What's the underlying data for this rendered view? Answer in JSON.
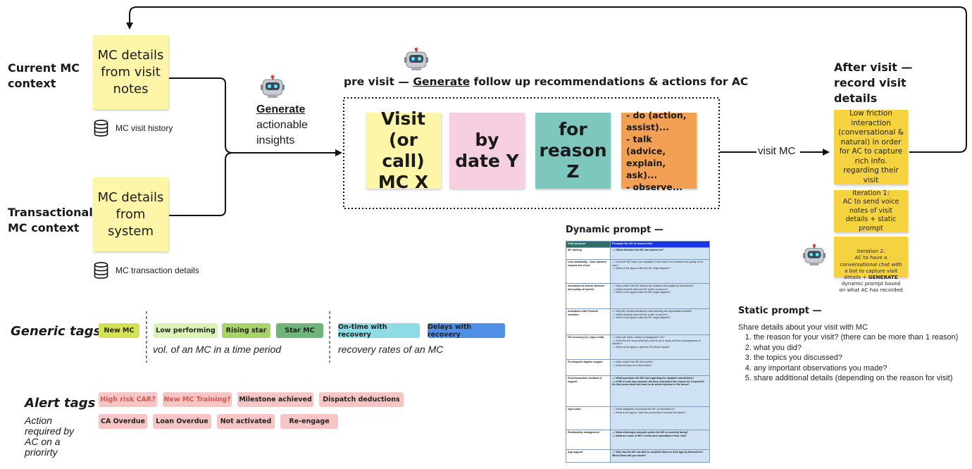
{
  "context": {
    "current_label": "Current MC\ncontext",
    "transactional_label": "Transactional\nMC context",
    "note_visit": "MC details from visit notes",
    "note_system": "MC details from system",
    "db_visit": "MC visit history",
    "db_transaction": "MC transaction details"
  },
  "generate": {
    "keyword": "Generate",
    "rest": "actionable\ninsights"
  },
  "pre_visit": {
    "prefix": "pre visit — ",
    "keyword": "Generate",
    "suffix": " follow up recommendations & actions for AC",
    "note1": "Visit (or call) MC X",
    "note2": "by date Y",
    "note3": "for reason Z",
    "note4": "- do (action, assist)...\n- talk (advice, explain, ask)...\n- observe..."
  },
  "visit_arrow_label": "visit MC",
  "after_visit": {
    "title": "After visit —\nrecord visit\ndetails",
    "note1": "Low friction interaction (conversational & natural) in order for AC to capture rich info. regarding their visit",
    "note2": "Iteration 1:\nAC to send voice notes of visit details + static prompt",
    "note3_a": "Iteration 2:\nAC to have a conversational chat with a bot to capture  visit details + ",
    "note3_b": "GENERATE",
    "note3_c": " dynamic prompt based on what AC has recorded"
  },
  "dynamic_prompt": {
    "title": "Dynamic prompt —",
    "header": [
      "Visit purpose",
      "Prompts for AC to record visit"
    ],
    "rows": [
      [
        "MC training",
        "--> Which Modules the MC was trained on?"
      ],
      [
        "Corn availability - Cash advance request risk check",
        "--> Does the MC have corn available? How much? the moisture and quality of the corn?\n--> When is the approx date the MC might dispatch?"
      ],
      [
        "Assistance to assess Moisture and quality of harvest",
        "--> Why couldn't the MC assess the moisture and quality by themselves?\n--> Which feedmill does the MC prefer to send to?\n--> When is the approx date the MC might dispatch?"
      ],
      [
        "Assistance with Feedmill selection",
        "--> Why MC needed assistance with selecting the appropriate feedmill?\n--> Which feedmill does the MC prefer to send to?\n--> When is the approx date the MC might dispatch?"
      ],
      [
        "OS recovery (CA, input credit)",
        "--> Why was there a delay in repaying the OS?\n--> Does the MC know what they need to do to repay and the consequences of inaction?\n--> When is the approx. date the OS will be repaid?"
      ],
      [
        "Pre-dispatch logistic support",
        "--> Why couldn't the MC find trucks?\n--> What did they do to find trucks?"
      ],
      [
        "Post-transaction feedback & support",
        "--> What questions did MC had regarding the dispatch calculations?\n--> If MC's truck was rejected, did they understand the reason for it rejected? Do they know what they have to do avoid rejection in the future?"
      ],
      [
        "Input sales",
        "--> What categories of products the MC is interested in?\n--> What is the approx. date they would like to receive the inputs?"
      ],
      [
        "Relationship management",
        "--> What challenges and pain points the MC is currently facing?\n--> What are some of MC's needs and expectations from Jiva?"
      ],
      [
        "App support",
        "--> Why was the MC not able to complete flows on their app by themselves? Which flows did you assist?"
      ]
    ]
  },
  "static_prompt": {
    "title": "Static prompt —",
    "intro": "Share details about your visit with MC",
    "items": [
      "the reason for your visit? (there can be more than 1 reason)",
      "what you did?",
      "the topics you discussed?",
      "any important observations you made?",
      "share additional details (depending on the reason for visit)"
    ]
  },
  "generic_tags": {
    "title": "Generic tags",
    "tags": [
      {
        "label": "New MC",
        "color": "#d4e157"
      },
      {
        "label": "Low performing",
        "color": "#dcf3b8"
      },
      {
        "label": "Rising star",
        "color": "#a8d36a"
      },
      {
        "label": "Star MC",
        "color": "#6fb57a"
      },
      {
        "label": "On-time with recovery",
        "color": "#8ddbe4"
      },
      {
        "label": "Delays with recovery",
        "color": "#4f8fe6"
      }
    ],
    "note_volume": "vol. of an MC in a time period",
    "note_recovery": "recovery rates of an MC"
  },
  "alert_tags": {
    "title": "Alert tags",
    "subtitle": "Action\nrequired by\nAC on a\npriorirty",
    "row1": [
      {
        "label": "High risk CAR?",
        "color": "#f7c6c4",
        "text_color": "#d05a4e"
      },
      {
        "label": "New MC Training?",
        "color": "#f7c6c4",
        "text_color": "#d05a4e"
      },
      {
        "label": "Milestone achieved",
        "color": "#f7c6c4",
        "text_color": "#222222"
      },
      {
        "label": "Dispatch deductions",
        "color": "#f7c6c4",
        "text_color": "#222222"
      }
    ],
    "row2": [
      {
        "label": "CA Overdue",
        "color": "#f7c6c4",
        "text_color": "#222222"
      },
      {
        "label": "Loan Overdue",
        "color": "#f7c6c4",
        "text_color": "#222222"
      },
      {
        "label": "Not activated",
        "color": "#f7c6c4",
        "text_color": "#222222"
      },
      {
        "label": "Re-engage",
        "color": "#f7c6c4",
        "text_color": "#222222"
      }
    ]
  },
  "icons": {
    "robot": "robot-icon",
    "database": "database-icon",
    "arrow": "arrow-icon"
  }
}
